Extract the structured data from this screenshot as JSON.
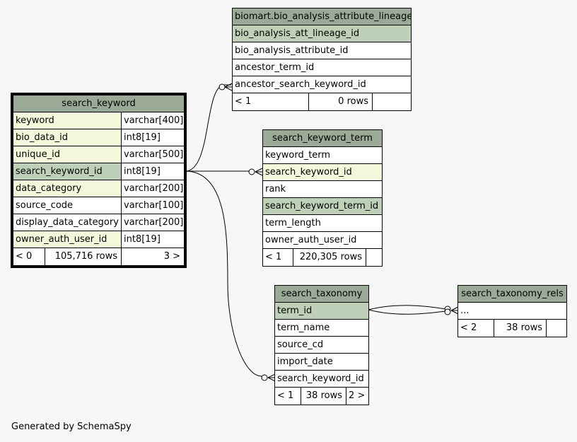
{
  "tables": {
    "lineage": {
      "name": "biomart.bio_analysis_attribute_lineage",
      "columns": [
        "bio_analysis_att_lineage_id",
        "bio_analysis_attribute_id",
        "ancestor_term_id",
        "ancestor_search_keyword_id"
      ],
      "footer": {
        "parents": "< 1",
        "rows": "0 rows",
        "children": ""
      }
    },
    "search_keyword": {
      "name": "search_keyword",
      "columns": [
        {
          "name": "keyword",
          "type": "varchar[400]"
        },
        {
          "name": "bio_data_id",
          "type": "int8[19]"
        },
        {
          "name": "unique_id",
          "type": "varchar[500]"
        },
        {
          "name": "search_keyword_id",
          "type": "int8[19]"
        },
        {
          "name": "data_category",
          "type": "varchar[200]"
        },
        {
          "name": "source_code",
          "type": "varchar[100]"
        },
        {
          "name": "display_data_category",
          "type": "varchar[200]"
        },
        {
          "name": "owner_auth_user_id",
          "type": "int8[19]"
        }
      ],
      "footer": {
        "parents": "< 0",
        "rows": "105,716 rows",
        "children": "3 >"
      }
    },
    "search_keyword_term": {
      "name": "search_keyword_term",
      "columns": [
        "keyword_term",
        "search_keyword_id",
        "rank",
        "search_keyword_term_id",
        "term_length",
        "owner_auth_user_id"
      ],
      "footer": {
        "parents": "< 1",
        "rows": "220,305 rows",
        "children": ""
      }
    },
    "search_taxonomy": {
      "name": "search_taxonomy",
      "columns": [
        "term_id",
        "term_name",
        "source_cd",
        "import_date",
        "search_keyword_id"
      ],
      "footer": {
        "parents": "< 1",
        "rows": "38 rows",
        "children": "2 >"
      }
    },
    "search_taxonomy_rels": {
      "name": "search_taxonomy_rels",
      "columns": [
        "..."
      ],
      "footer": {
        "parents": "< 2",
        "rows": "38 rows",
        "children": ""
      }
    }
  },
  "footer_text": "Generated by SchemaSpy"
}
